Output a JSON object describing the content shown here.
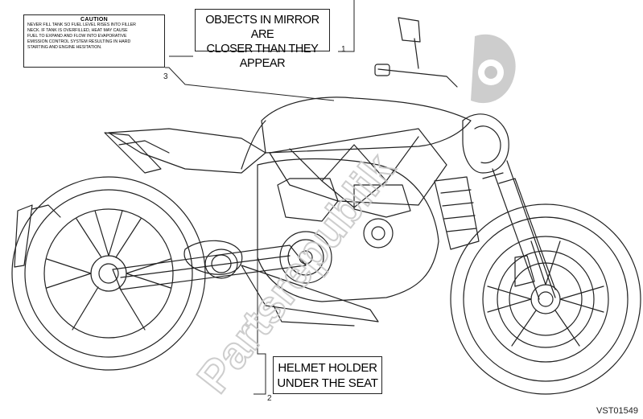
{
  "labels": {
    "caution": {
      "title": "CAUTION",
      "text": "NEVER FILL TANK SO FUEL LEVEL RISES INTO FILLER NECK. IF TANK IS OVERFILLED, HEAT MAY CAUSE FUEL TO EXPAND AND FLOW INTO EVAPORATIVE EMISSION CONTROL SYSTEM RESULTING IN HARD STARTING AND ENGINE HESITATION.",
      "lines": [
        "NEVER FILL TANK SO FUEL LEVEL RISES INTO FILLER",
        "NECK. IF TANK IS OVERFILLED, HEAT MAY CAUSE",
        "FUEL TO EXPAND AND FLOW INTO EVAPORATIVE",
        "EMISSION CONTROL SYSTEM RESULTING IN HARD",
        "STARTING AND ENGINE HESITATION."
      ]
    },
    "mirror": {
      "line1": "OBJECTS IN MIRROR ARE",
      "line2": "CLOSER THAN THEY APPEAR"
    },
    "helmet": {
      "line1": "HELMET HOLDER",
      "line2": "UNDER THE SEAT"
    }
  },
  "callouts": {
    "mirror_ref": "1",
    "helmet_ref": "2",
    "caution_ref": "3"
  },
  "drawing_code": "VST01549",
  "watermark": {
    "text": "Partsrepublik",
    "color": "#c8c8c8"
  },
  "colors": {
    "line": "#222222",
    "background": "#ffffff"
  }
}
